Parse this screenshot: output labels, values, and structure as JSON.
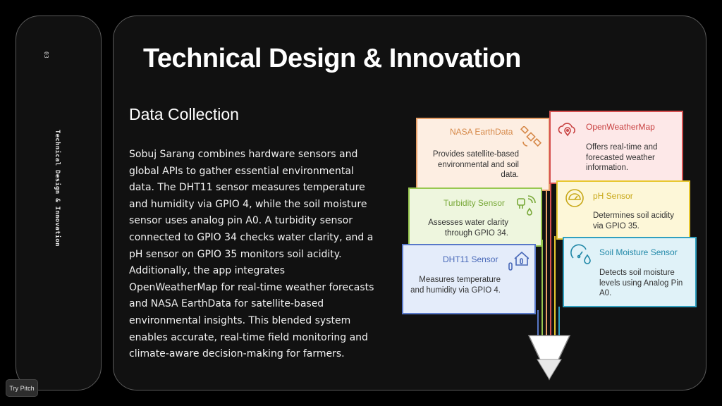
{
  "sidebar": {
    "slide_number": "03",
    "section_title": "Technical Design & Innovation"
  },
  "main": {
    "title": "Technical Design & Innovation",
    "subtitle": "Data Collection",
    "body": "Sobuj Sarang combines hardware sensors and global APIs to gather essential environmental data. The DHT11 sensor measures temperature and humidity via GPIO 4, while the soil moisture sensor uses analog pin A0. A turbidity sensor connected to GPIO 34 checks water clarity, and a pH sensor on GPIO 35 monitors soil acidity. Additionally, the app integrates OpenWeatherMap for real-time weather forecasts and NASA EarthData for satellite-based environmental insights. This blended system enables accurate, real-time field monitoring and climate-aware decision-making for farmers."
  },
  "diagram": {
    "cards": {
      "nasa": {
        "title": "NASA EarthData",
        "desc": "Provides satellite-based environmental and soil data.",
        "icon": "satellite-icon",
        "color": "#e8a068"
      },
      "owm": {
        "title": "OpenWeatherMap",
        "desc": "Offers real-time and forecasted weather information.",
        "icon": "cloud-location-icon",
        "color": "#d65050"
      },
      "turbidity": {
        "title": "Turbidity Sensor",
        "desc": "Assesses water clarity through GPIO 34.",
        "icon": "turbidity-sensor-icon",
        "color": "#98c850"
      },
      "ph": {
        "title": "pH Sensor",
        "desc": "Determines soil acidity via GPIO 35.",
        "icon": "ph-meter-icon",
        "color": "#e8c830"
      },
      "dht11": {
        "title": "DHT11 Sensor",
        "desc": "Measures temperature and humidity via GPIO 4.",
        "icon": "home-thermometer-icon",
        "color": "#5878c8"
      },
      "soil": {
        "title": "Soil Moisture Sensor",
        "desc": "Detects soil moisture levels using Analog Pin A0.",
        "icon": "gauge-droplet-icon",
        "color": "#30a0c0"
      }
    }
  },
  "try_pitch": "Try Pitch"
}
